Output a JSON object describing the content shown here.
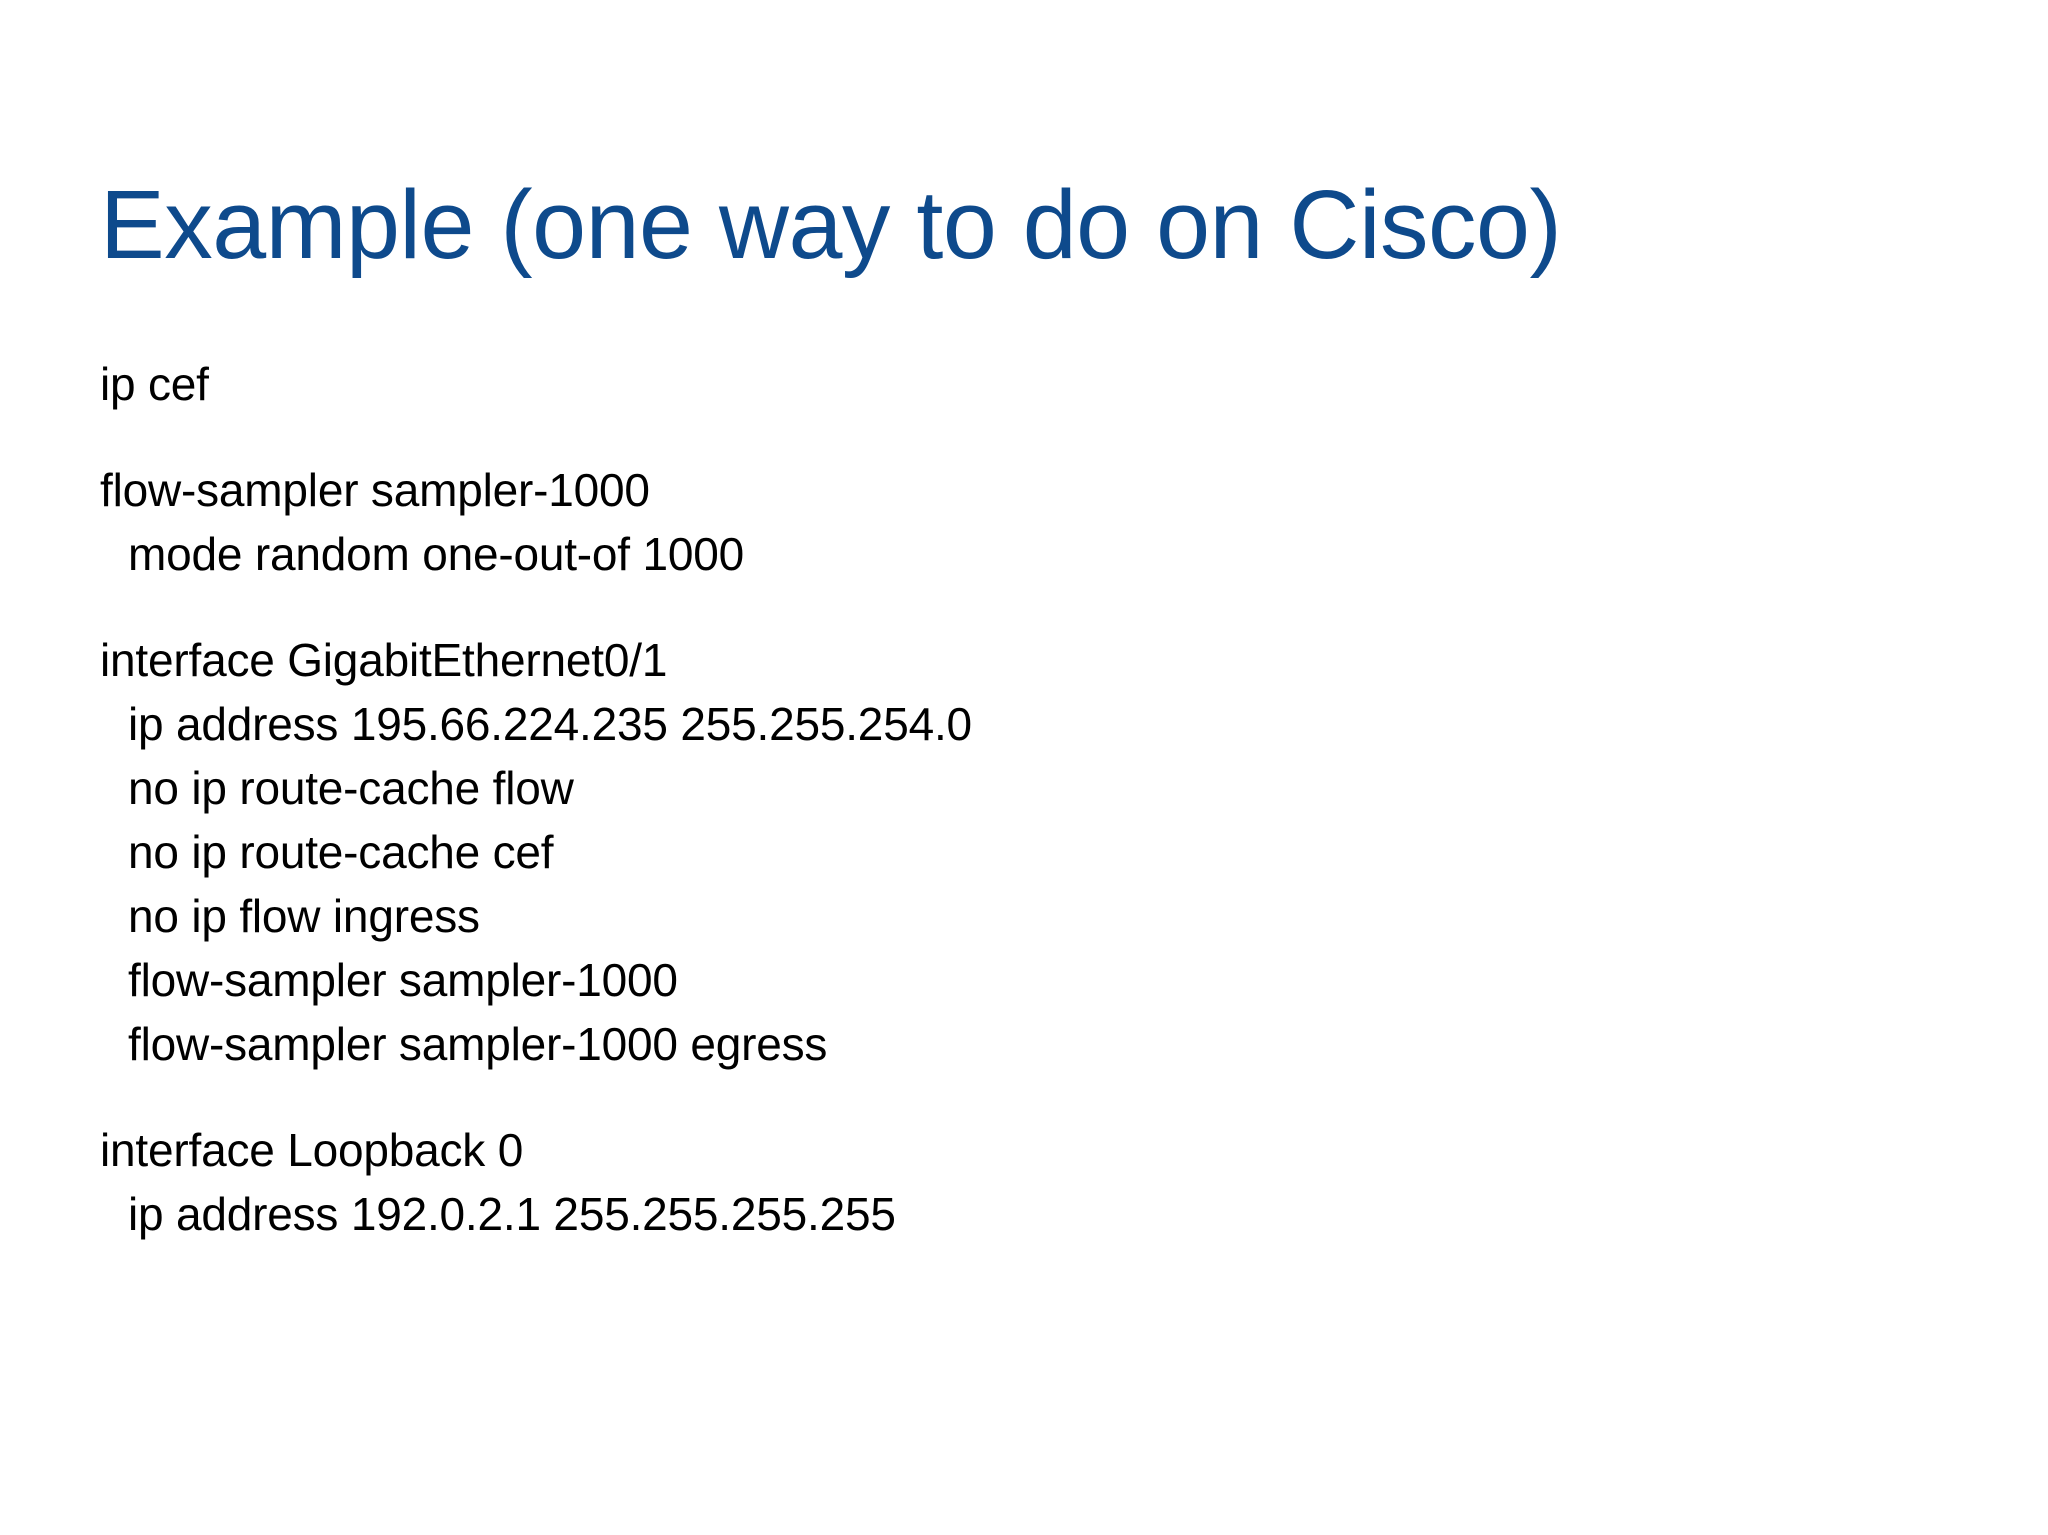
{
  "slide": {
    "title": "Example (one way to do on Cisco)",
    "title_color": "#0e4a8c",
    "body_color": "#000000",
    "background_color": "#ffffff"
  },
  "config": {
    "groups": [
      {
        "name": "cef-group",
        "lines": [
          {
            "text": "ip cef",
            "indent": 0
          }
        ]
      },
      {
        "name": "flow-sampler-group",
        "lines": [
          {
            "text": "flow-sampler sampler-1000",
            "indent": 0
          },
          {
            "text": "mode random one-out-of 1000",
            "indent": 1
          }
        ]
      },
      {
        "name": "interface-gigabitethernet-group",
        "lines": [
          {
            "text": "interface GigabitEthernet0/1",
            "indent": 0
          },
          {
            "text": "ip address 195.66.224.235 255.255.254.0",
            "indent": 1
          },
          {
            "text": "no ip route-cache flow",
            "indent": 1
          },
          {
            "text": "no ip route-cache cef",
            "indent": 1
          },
          {
            "text": "no ip flow ingress",
            "indent": 1
          },
          {
            "text": "flow-sampler sampler-1000",
            "indent": 1
          },
          {
            "text": "flow-sampler sampler-1000 egress",
            "indent": 1
          }
        ]
      },
      {
        "name": "interface-loopback-group",
        "lines": [
          {
            "text": "interface Loopback 0",
            "indent": 0
          },
          {
            "text": "ip address 192.0.2.1 255.255.255.255",
            "indent": 1
          }
        ]
      }
    ]
  }
}
